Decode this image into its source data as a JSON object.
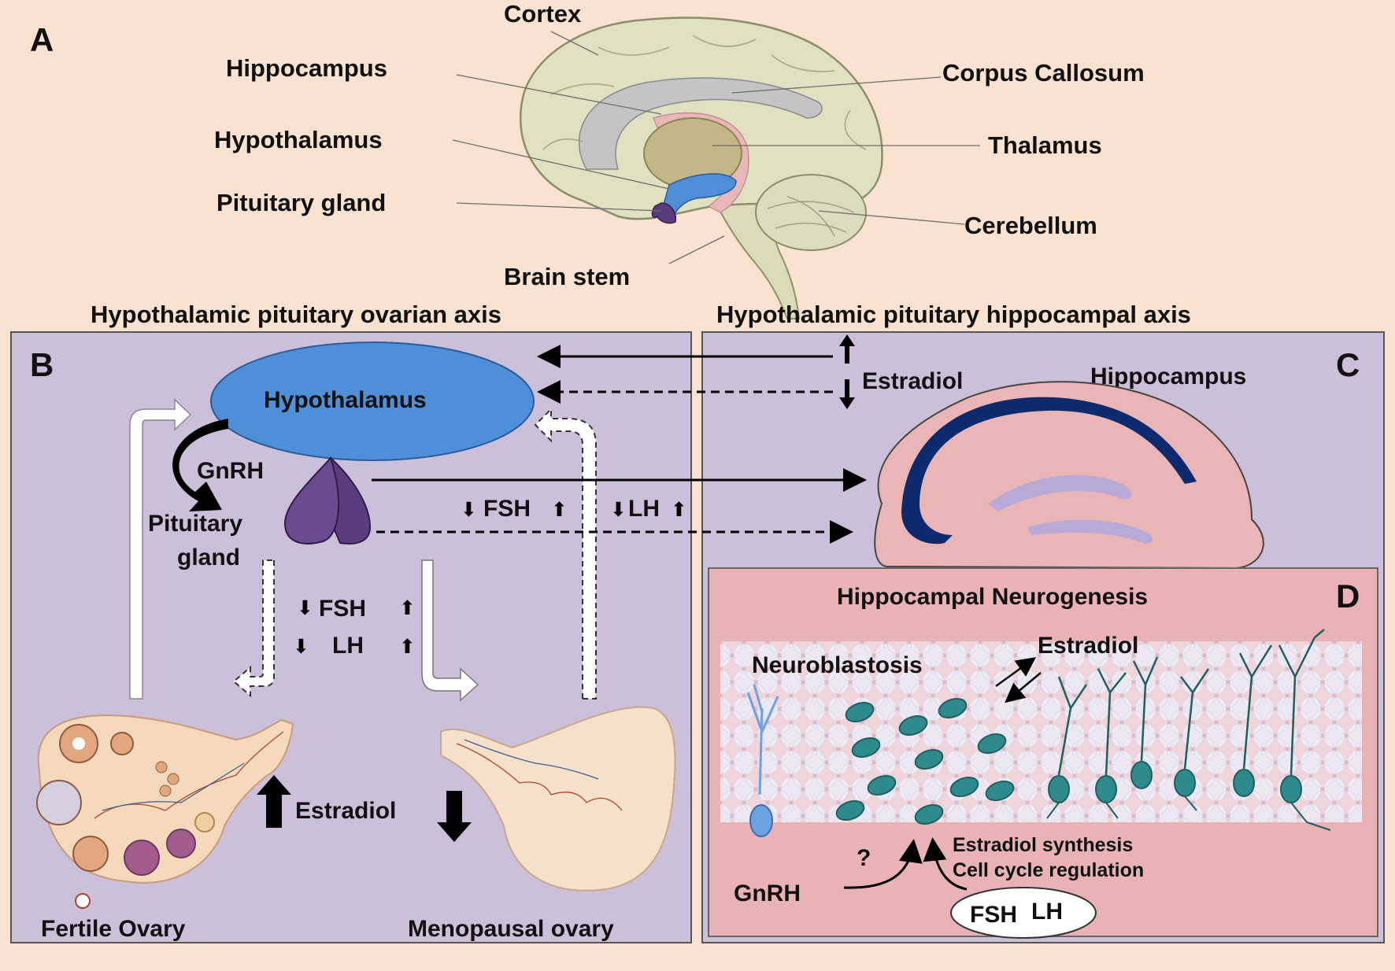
{
  "panels": {
    "a": "A",
    "b": "B",
    "c": "C",
    "d": "D"
  },
  "brain": {
    "cortex": "Cortex",
    "hippocampus": "Hippocampus",
    "hypothalamus": "Hypothalamus",
    "pituitary": "Pituitary gland",
    "brain_stem": "Brain stem",
    "corpus_callosum": "Corpus Callosum",
    "thalamus": "Thalamus",
    "cerebellum": "Cerebellum"
  },
  "axis_titles": {
    "ovarian": "Hypothalamic pituitary ovarian axis",
    "hippocampal": "Hypothalamic pituitary hippocampal axis"
  },
  "panel_b": {
    "hypothalamus": "Hypothalamus",
    "gnrh": "GnRH",
    "pituitary_line1": "Pituitary",
    "pituitary_line2": "gland",
    "fsh": "FSH",
    "lh": "LH",
    "estradiol": "Estradiol",
    "fertile_ovary": "Fertile Ovary",
    "menopausal_ovary": "Menopausal ovary"
  },
  "panel_c": {
    "estradiol": "Estradiol",
    "hippocampus": "Hippocampus",
    "fsh": "FSH",
    "lh": "LH"
  },
  "panel_d": {
    "title": "Hippocampal Neurogenesis",
    "neuroblastosis": "Neuroblastosis",
    "estradiol": "Estradiol",
    "question": "?",
    "gnrh": "GnRH",
    "estradiol_synthesis": "Estradiol synthesis",
    "cell_cycle": "Cell cycle regulation",
    "fsh": "FSH",
    "lh": "LH"
  },
  "colors": {
    "background": "#f9e2cf",
    "panel_bc": "#cbbfd9",
    "panel_d": "#e9b3b6",
    "hypothalamus": "#4f8fd8",
    "pituitary": "#5b3d7f",
    "hippocampus_tissue": "#e9b6b5",
    "dentate": "#0e2a6e",
    "neuron": "#2f8a8c"
  }
}
